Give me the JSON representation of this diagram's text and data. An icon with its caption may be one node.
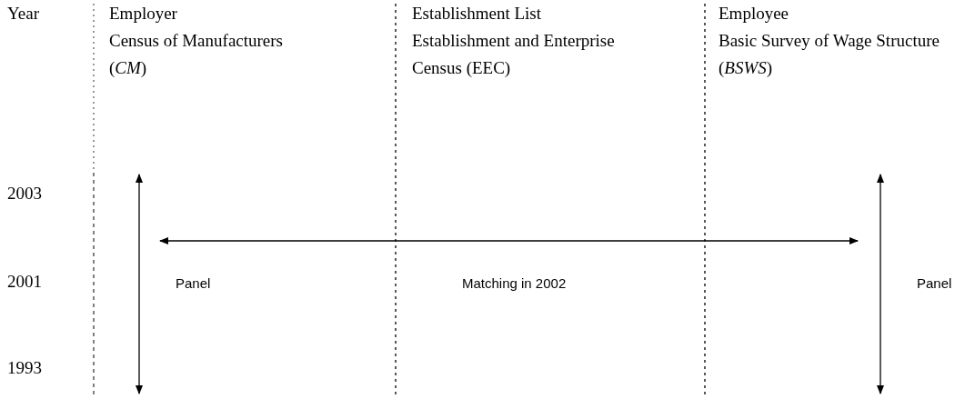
{
  "diagram": {
    "labels": [
      "Year",
      "Employer",
      "Census of Manufacturers (*CM*)",
      "Establishment List",
      "Establishment and Enterprise Census (EEC)",
      "Employee",
      "Basic Survey of Wage Structure (*BSWS*)",
      "2003",
      "2001",
      "Panel",
      "Matching in 2002",
      "Panel",
      "1993"
    ]
  }
}
